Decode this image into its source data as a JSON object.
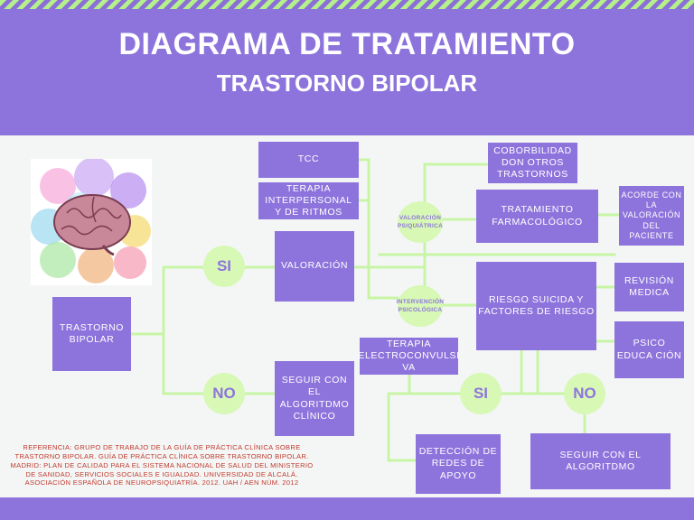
{
  "title": "DIAGRAMA DE TRATAMIENTO",
  "subtitle": "TRASTORNO BIPOLAR",
  "colors": {
    "box": "#8d74dc",
    "node": "#d8f8b6",
    "line": "#c7f5a5",
    "reference": "#c0392b"
  },
  "nodes": {
    "trastorno": "TRASTORNO BIPOLAR",
    "si_1": "SI",
    "no_1": "NO",
    "valoracion": "VALORACIÓN",
    "seguir_algoritmo_1": "SEGUIR CON EL ALGORITDMO CLÍNICO",
    "tcc": "TCC",
    "terapia_interpersonal": "TERAPIA INTERPERSONAL Y DE RITMOS",
    "valoracion_psiquiatrica": "VALORACIÓN PSIQUIÁTRICA",
    "intervencion_psicologica": "INTERVENCIÓN PSICOLÓGICA",
    "comorbilidad": "COBORBILIDAD DON OTROS TRASTORNOS",
    "tratamiento_farmacologico": "TRATAMIENTO FARMACOLÓGICO",
    "acorde_valoracion": "ACORDE CON LA VALORACIÓN DEL PACIENTE",
    "riesgo_suicida": "RIESGO SUICIDA Y FACTORES DE RIESGO",
    "revision_medica": "REVISIÓN MEDICA",
    "psicoeducacion": "PSICO EDUCA CIÓN",
    "terapia_electroconvulsiva": "TERAPIA ELECTROCONVULSI VA",
    "si_2": "SI",
    "no_2": "NO",
    "deteccion_redes": "DETECCIÓN DE REDES DE APOYO",
    "seguir_algoritmo_2": "SEGUIR CON EL ALGORITDMO"
  },
  "reference": "REFERENCIA: GRUPO DE TRABAJO DE LA GUÍA DE PRÁCTICA CLÍNICA SOBRE TRASTORNO BIPOLAR. GUÍA DE PRÁCTICA CLÍNICA SOBRE TRASTORNO BIPOLAR. MADRID: PLAN DE CALIDAD PARA EL SISTEMA NACIONAL DE SALUD DEL MINISTERIO DE SANIDAD, SERVICIOS SOCIALES E IGUALDAD. UNIVERSIDAD DE ALCALÁ. ASOCIACIÓN ESPAÑOLA DE NEUROPSIQUIATRÍA. 2012. UAH / AEN NÚM. 2012"
}
